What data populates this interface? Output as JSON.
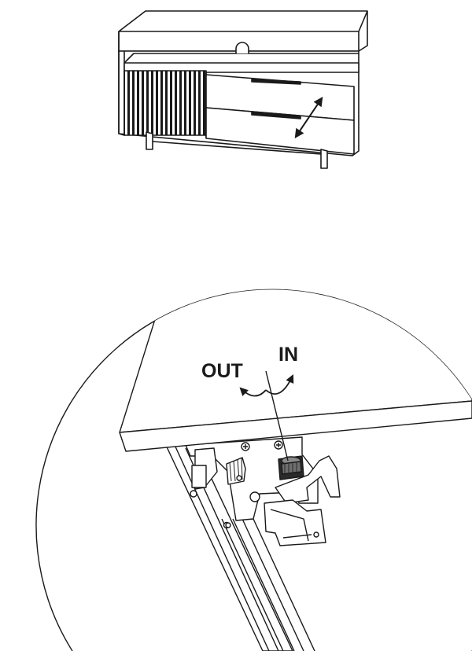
{
  "labels": {
    "in": "IN",
    "out": "OUT"
  },
  "colors": {
    "line": "#1a1a1a",
    "background": "#ffffff",
    "knob": "#6e6e6e",
    "knob_dark": "#2a2a2a"
  },
  "icons": {
    "rotate": "curved-double-arrow",
    "drawer_move": "diagonal-double-arrow"
  }
}
